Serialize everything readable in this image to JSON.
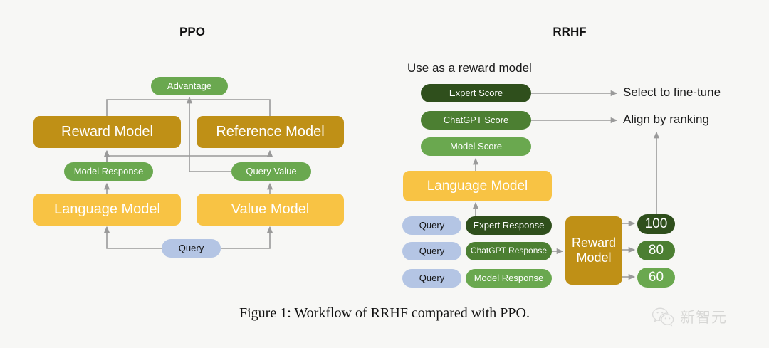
{
  "background": "#f7f7f5",
  "palette": {
    "dark_goldenrod": "#bf9016",
    "amber": "#f8c344",
    "green": "#6aa84f",
    "green_mid": "#4c7f32",
    "green_dark": "#2f4f1c",
    "blue_lavender": "#b4c5e4",
    "wire": "#9a9a9a",
    "text_dark": "#111111",
    "text_light": "#ffffff"
  },
  "panels": {
    "ppo": {
      "title": "PPO",
      "nodes": {
        "advantage": "Advantage",
        "reward_model": "Reward Model",
        "reference_model": "Reference Model",
        "model_response": "Model Response",
        "query_value": "Query Value",
        "language_model": "Language Model",
        "value_model": "Value Model",
        "query": "Query"
      }
    },
    "rrhf": {
      "title": "RRHF",
      "section_label": "Use as a reward model",
      "scores": [
        {
          "label": "Expert Score",
          "color": "#2f4f1c"
        },
        {
          "label": "ChatGPT Score",
          "color": "#4c7f32"
        },
        {
          "label": "Model Score",
          "color": "#6aa84f"
        }
      ],
      "outcomes": [
        {
          "label": "Select to fine-tune"
        },
        {
          "label": "Align by ranking"
        }
      ],
      "language_model": "Language Model",
      "rows": [
        {
          "query": "Query",
          "response": "Expert Response",
          "color": "#2f4f1c",
          "score": "100",
          "score_color": "#2f4f1c"
        },
        {
          "query": "Query",
          "response": "ChatGPT Response",
          "color": "#4c7f32",
          "score": "80",
          "score_color": "#4c7f32"
        },
        {
          "query": "Query",
          "response": "Model Response",
          "color": "#6aa84f",
          "score": "60",
          "score_color": "#6aa84f"
        }
      ],
      "reward_model": "Reward\nModel",
      "reward_model_line1": "Reward",
      "reward_model_line2": "Model"
    }
  },
  "caption": "Figure 1: Workflow of RRHF compared with PPO.",
  "watermark": {
    "text": "新智元",
    "icon": "wechat-icon"
  }
}
